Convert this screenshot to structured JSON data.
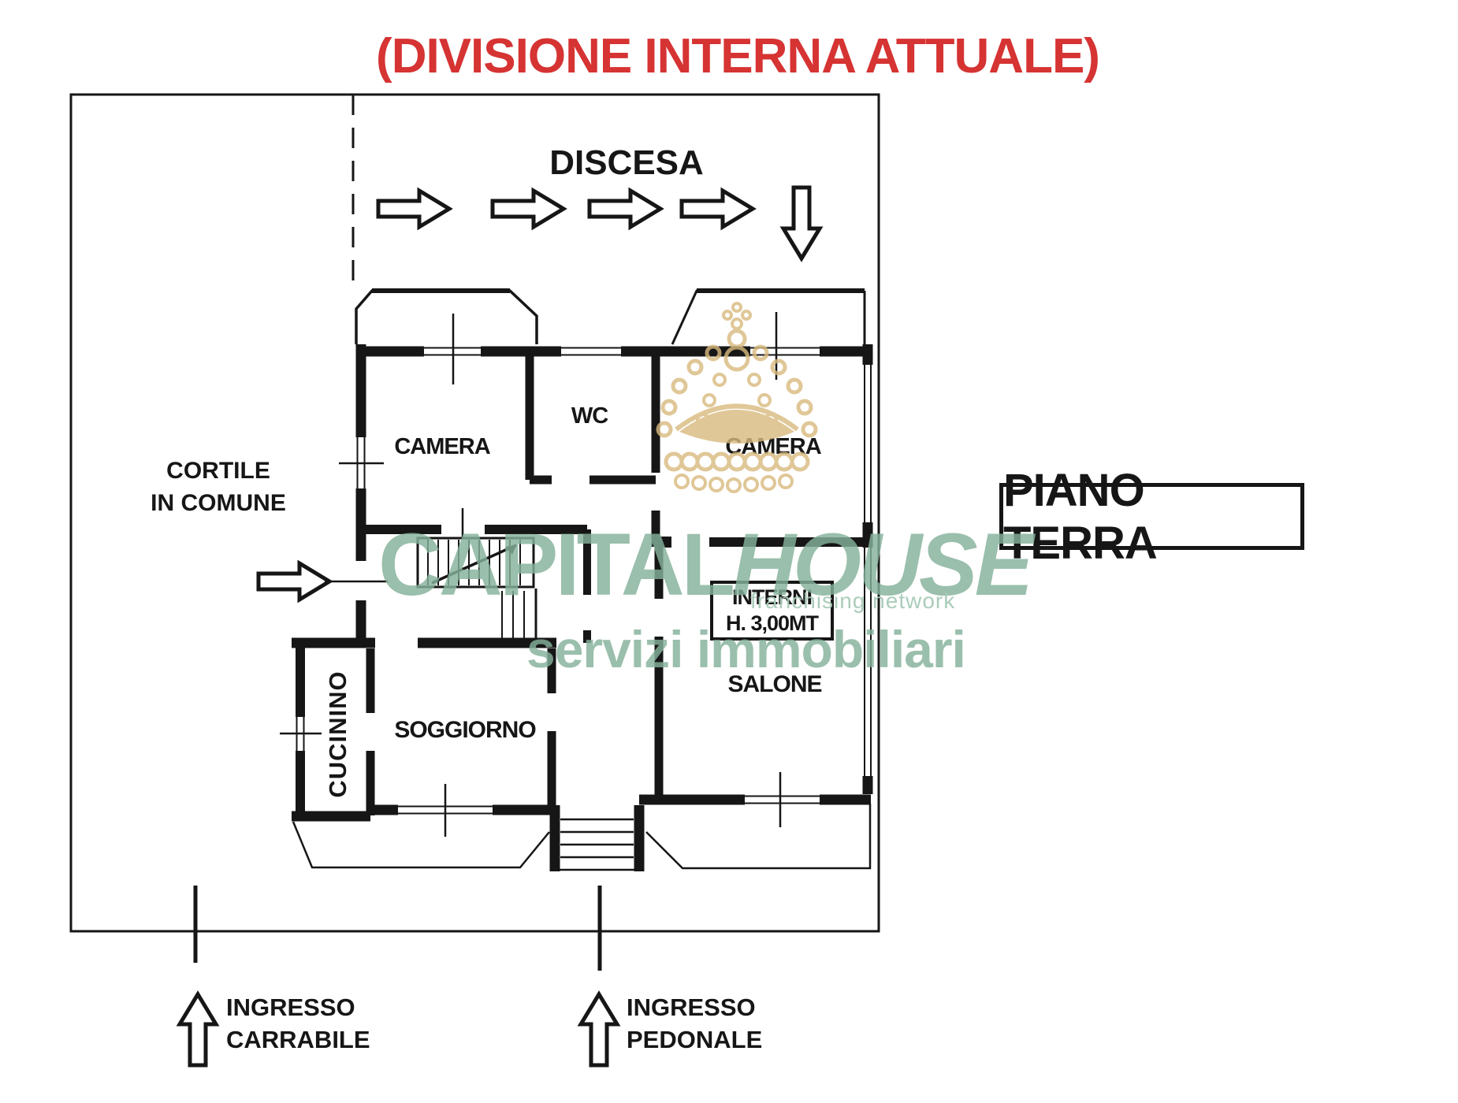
{
  "title": "(DIVISIONE INTERNA ATTUALE)",
  "plan": {
    "discesa": "DISCESA",
    "cortile_line1": "CORTILE",
    "cortile_line2": "IN COMUNE",
    "camera_left": "CAMERA",
    "wc": "WC",
    "camera_right": "CAMERA",
    "cucinino": "CUCININO",
    "soggiorno": "SOGGIORNO",
    "salone": "SALONE",
    "interni_line1": "INTERNI",
    "interni_line2": "H. 3,00MT",
    "piano_terra": "PIANO TERRA"
  },
  "entrances": {
    "carrabile_line1": "INGRESSO",
    "carrabile_line2": "CARRABILE",
    "pedonale_line1": "INGRESSO",
    "pedonale_line2": "PEDONALE"
  },
  "watermark": {
    "brand_capital": "CAPITAL",
    "brand_house": "HOUSE",
    "network": "franchising network",
    "services": "servizi immobiliari"
  },
  "colors": {
    "title_red": "#d63333",
    "ink": "#161616",
    "watermark_green": "#85b29b",
    "watermark_green_light": "#a7cab7",
    "crown_gold": "#d9ba7e"
  }
}
